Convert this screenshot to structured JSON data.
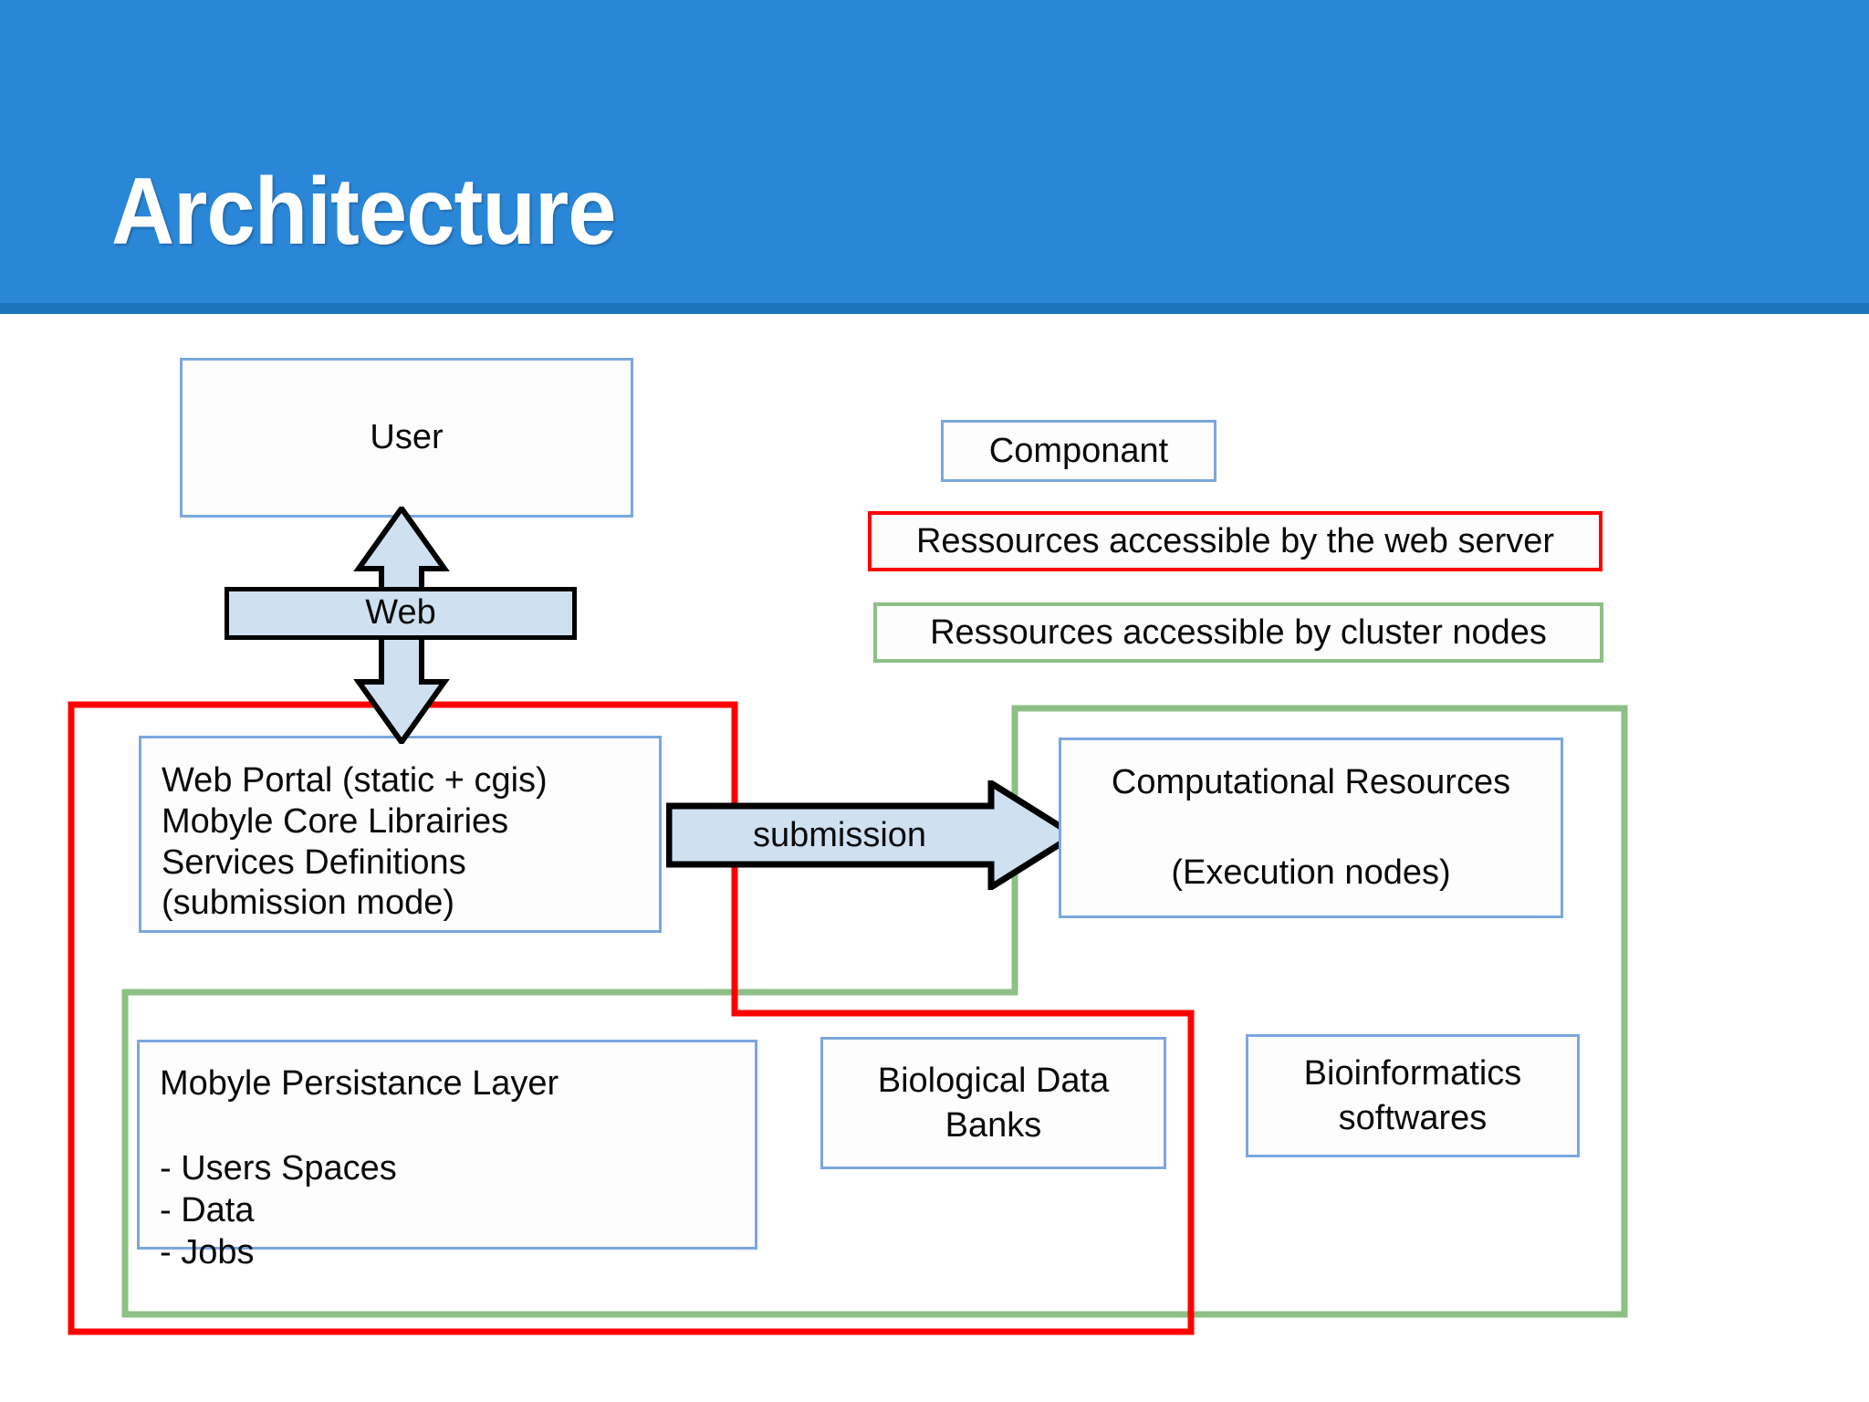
{
  "header": {
    "title": "Architecture",
    "background_color": "#2A87D8",
    "underline_color": "#1C74BD",
    "title_color": "#FFFFFF"
  },
  "diagram": {
    "user_box": {
      "label": "User"
    },
    "web_connector": {
      "label": "Web",
      "fill_color": "#CFE0F1",
      "stroke_color": "#000000"
    },
    "submission_connector": {
      "label": "submission",
      "fill_color": "#CFE0F1",
      "stroke_color": "#000000"
    },
    "web_portal_box": {
      "label": "Web Portal (static + cgis)\nMobyle Core Librairies\nServices Definitions\n(submission mode)"
    },
    "computational_resources_box": {
      "label": "Computational Resources\n\n(Execution nodes)"
    },
    "persistance_layer_box": {
      "label": "Mobyle Persistance Layer\n\n- Users Spaces\n- Data\n- Jobs"
    },
    "biological_data_banks_box": {
      "label": "Biological Data\nBanks"
    },
    "bioinformatics_softwares_box": {
      "label": "Bioinformatics\nsoftwares"
    },
    "region_web_server": {
      "color": "#FF0000"
    },
    "region_cluster_nodes": {
      "color": "#8CC084"
    },
    "component_border_color": "#7BA7DF"
  },
  "legend": {
    "component": {
      "label": "Componant",
      "border_color": "#7BA7DF"
    },
    "web_server_resources": {
      "label": "Ressources accessible by the web server",
      "border_color": "#FF0000"
    },
    "cluster_node_resources": {
      "label": "Ressources accessible by cluster nodes",
      "border_color": "#8CC084"
    }
  }
}
